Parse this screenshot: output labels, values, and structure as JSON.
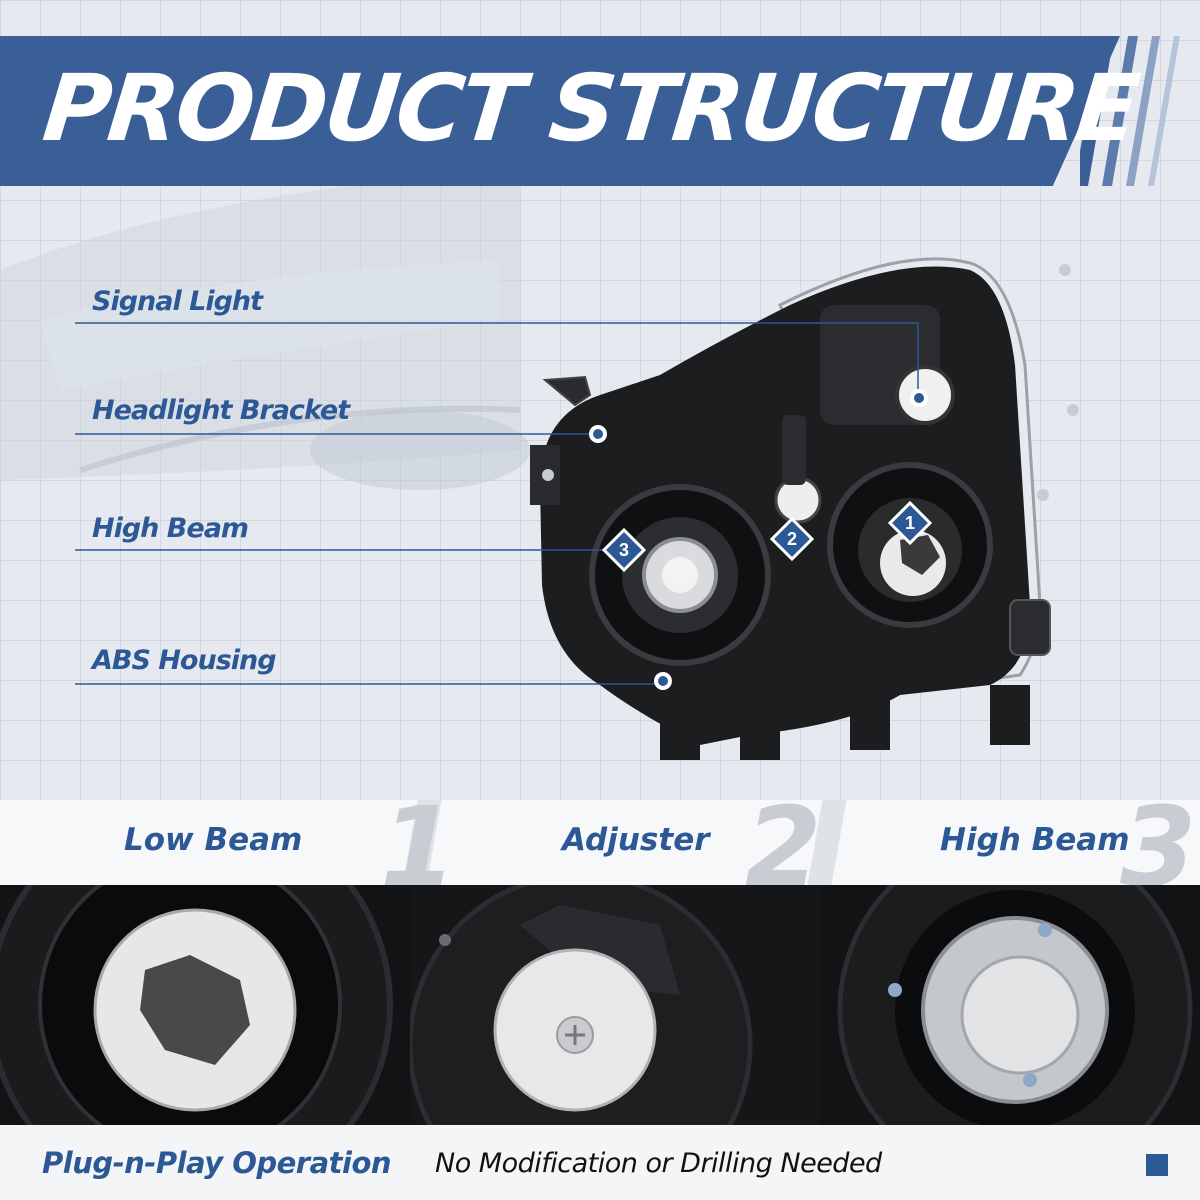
{
  "header": {
    "title": "PRODUCT STRUCTURE"
  },
  "callouts": [
    {
      "label": "Signal Light"
    },
    {
      "label": "Headlight Bracket"
    },
    {
      "label": "High Beam"
    },
    {
      "label": "ABS Housing"
    }
  ],
  "markers": [
    "1",
    "2",
    "3"
  ],
  "features": [
    {
      "label": "Low Beam",
      "number": "1"
    },
    {
      "label": "Adjuster",
      "number": "2"
    },
    {
      "label": "High Beam",
      "number": "3"
    }
  ],
  "footer": {
    "bold_text": "Plug-n-Play Operation",
    "plain_text": "No Modification or Drilling Needed"
  },
  "colors": {
    "brand_blue": "#2d5896",
    "banner_blue": "#3a5f96",
    "housing_black": "#1c1d1f"
  },
  "icons": [
    "numbered-diamond-marker-icon",
    "callout-dot-icon"
  ]
}
